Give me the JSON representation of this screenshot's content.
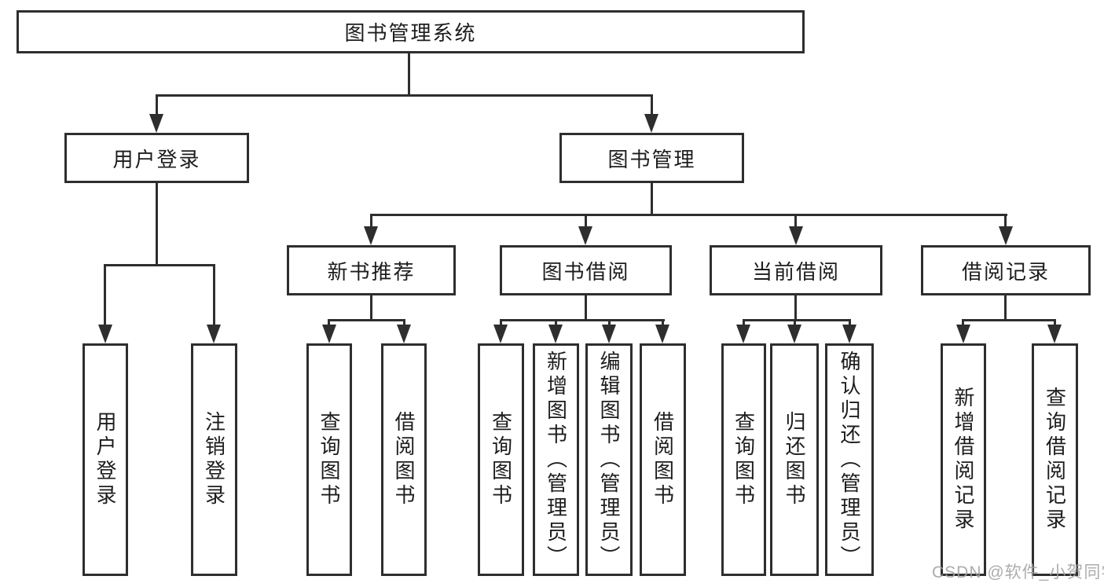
{
  "diagram": {
    "root": "图书管理系统",
    "level2": {
      "user_login": "用户登录",
      "book_mgmt": "图书管理"
    },
    "level3": {
      "new_rec": "新书推荐",
      "borrow": "图书借阅",
      "current": "当前借阅",
      "record": "借阅记录"
    },
    "leaves": {
      "a1": "用户登录",
      "a2": "注销登录",
      "b1": "查询图书",
      "b2": "借阅图书",
      "c1": "查询图书",
      "c2": "新增图书（管理员）",
      "c3": "编辑图书（管理员）",
      "c4": "借阅图书",
      "d1": "查询图书",
      "d2": "归还图书",
      "d3": "确认归还（管理员）",
      "e1": "新增借阅记录",
      "e2": "查询借阅记录"
    }
  },
  "watermark": "CSDN @软件_小贺同学",
  "colors": {
    "line": "#2e2e2e",
    "text": "#1d1d1d",
    "watermark": "#a0a0a0",
    "background": "#ffffff"
  }
}
